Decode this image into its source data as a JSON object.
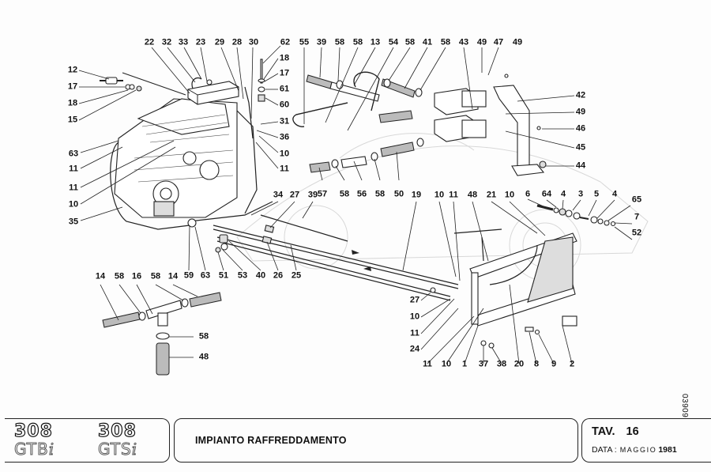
{
  "document": {
    "type": "exploded parts diagram",
    "models": [
      {
        "number": "308",
        "name": "GTB",
        "suffix": "i"
      },
      {
        "number": "308",
        "name": "GTS",
        "suffix": "i"
      }
    ],
    "title": "IMPIANTO RAFFREDDAMENTO",
    "table_label": "TAV.",
    "table_number": "16",
    "date_label": "DATA :",
    "date_month": "MAGGIO",
    "date_year": "1981",
    "doc_code": "03909"
  },
  "callouts": [
    {
      "id": "c12",
      "label": "12"
    },
    {
      "id": "c17a",
      "label": "17"
    },
    {
      "id": "c18a",
      "label": "18"
    },
    {
      "id": "c15",
      "label": "15"
    },
    {
      "id": "c22",
      "label": "22"
    },
    {
      "id": "c32",
      "label": "32"
    },
    {
      "id": "c33",
      "label": "33"
    },
    {
      "id": "c23",
      "label": "23"
    },
    {
      "id": "c29",
      "label": "29"
    },
    {
      "id": "c28",
      "label": "28"
    },
    {
      "id": "c30",
      "label": "30"
    },
    {
      "id": "c62",
      "label": "62"
    },
    {
      "id": "c18b",
      "label": "18"
    },
    {
      "id": "c17b",
      "label": "17"
    },
    {
      "id": "c61",
      "label": "61"
    },
    {
      "id": "c60",
      "label": "60"
    },
    {
      "id": "c31",
      "label": "31"
    },
    {
      "id": "c36",
      "label": "36"
    },
    {
      "id": "c10a",
      "label": "10"
    },
    {
      "id": "c11a",
      "label": "11"
    },
    {
      "id": "c63a",
      "label": "63"
    },
    {
      "id": "c11b",
      "label": "11"
    },
    {
      "id": "c11c",
      "label": "11"
    },
    {
      "id": "c10b",
      "label": "10"
    },
    {
      "id": "c35",
      "label": "35"
    },
    {
      "id": "c55",
      "label": "55"
    },
    {
      "id": "c39a",
      "label": "39"
    },
    {
      "id": "c58a",
      "label": "58"
    },
    {
      "id": "c58b",
      "label": "58"
    },
    {
      "id": "c13",
      "label": "13"
    },
    {
      "id": "c54",
      "label": "54"
    },
    {
      "id": "c58c",
      "label": "58"
    },
    {
      "id": "c41",
      "label": "41"
    },
    {
      "id": "c58d",
      "label": "58"
    },
    {
      "id": "c43",
      "label": "43"
    },
    {
      "id": "c49a",
      "label": "49"
    },
    {
      "id": "c47",
      "label": "47"
    },
    {
      "id": "c49b",
      "label": "49"
    },
    {
      "id": "c42",
      "label": "42"
    },
    {
      "id": "c49c",
      "label": "49"
    },
    {
      "id": "c46",
      "label": "46"
    },
    {
      "id": "c45",
      "label": "45"
    },
    {
      "id": "c44",
      "label": "44"
    },
    {
      "id": "c34",
      "label": "34"
    },
    {
      "id": "c27a",
      "label": "27"
    },
    {
      "id": "c39b",
      "label": "39"
    },
    {
      "id": "c57",
      "label": "57"
    },
    {
      "id": "c58e",
      "label": "58"
    },
    {
      "id": "c56",
      "label": "56"
    },
    {
      "id": "c58f",
      "label": "58"
    },
    {
      "id": "c50",
      "label": "50"
    },
    {
      "id": "c19",
      "label": "19"
    },
    {
      "id": "c10c",
      "label": "10"
    },
    {
      "id": "c11d",
      "label": "11"
    },
    {
      "id": "c48a",
      "label": "48"
    },
    {
      "id": "c21",
      "label": "21"
    },
    {
      "id": "c10d",
      "label": "10"
    },
    {
      "id": "c6",
      "label": "6"
    },
    {
      "id": "c64",
      "label": "64"
    },
    {
      "id": "c4a",
      "label": "4"
    },
    {
      "id": "c3",
      "label": "3"
    },
    {
      "id": "c5",
      "label": "5"
    },
    {
      "id": "c4b",
      "label": "4"
    },
    {
      "id": "c65",
      "label": "65"
    },
    {
      "id": "c7",
      "label": "7"
    },
    {
      "id": "c52",
      "label": "52"
    },
    {
      "id": "c59",
      "label": "59"
    },
    {
      "id": "c63b",
      "label": "63"
    },
    {
      "id": "c51",
      "label": "51"
    },
    {
      "id": "c53",
      "label": "53"
    },
    {
      "id": "c40",
      "label": "40"
    },
    {
      "id": "c26",
      "label": "26"
    },
    {
      "id": "c25",
      "label": "25"
    },
    {
      "id": "c14a",
      "label": "14"
    },
    {
      "id": "c58g",
      "label": "58"
    },
    {
      "id": "c16",
      "label": "16"
    },
    {
      "id": "c58h",
      "label": "58"
    },
    {
      "id": "c14b",
      "label": "14"
    },
    {
      "id": "c58i",
      "label": "58"
    },
    {
      "id": "c48b",
      "label": "48"
    },
    {
      "id": "c27b",
      "label": "27"
    },
    {
      "id": "c10e",
      "label": "10"
    },
    {
      "id": "c11e",
      "label": "11"
    },
    {
      "id": "c24",
      "label": "24"
    },
    {
      "id": "c11f",
      "label": "11"
    },
    {
      "id": "c10f",
      "label": "10"
    },
    {
      "id": "c1",
      "label": "1"
    },
    {
      "id": "c37",
      "label": "37"
    },
    {
      "id": "c38",
      "label": "38"
    },
    {
      "id": "c20",
      "label": "20"
    },
    {
      "id": "c8",
      "label": "8"
    },
    {
      "id": "c9",
      "label": "9"
    },
    {
      "id": "c2",
      "label": "2"
    }
  ],
  "icons": {
    "engine": "engine-illustration",
    "radiator": "radiator-illustration",
    "expansion_tank": "expansion-tank-illustration",
    "thermostat": "thermostat-housing-illustration",
    "bracket": "mounting-bracket-illustration",
    "t_junction": "t-junction-hose-illustration",
    "car_silhouette": "car-silhouette-illustration"
  }
}
